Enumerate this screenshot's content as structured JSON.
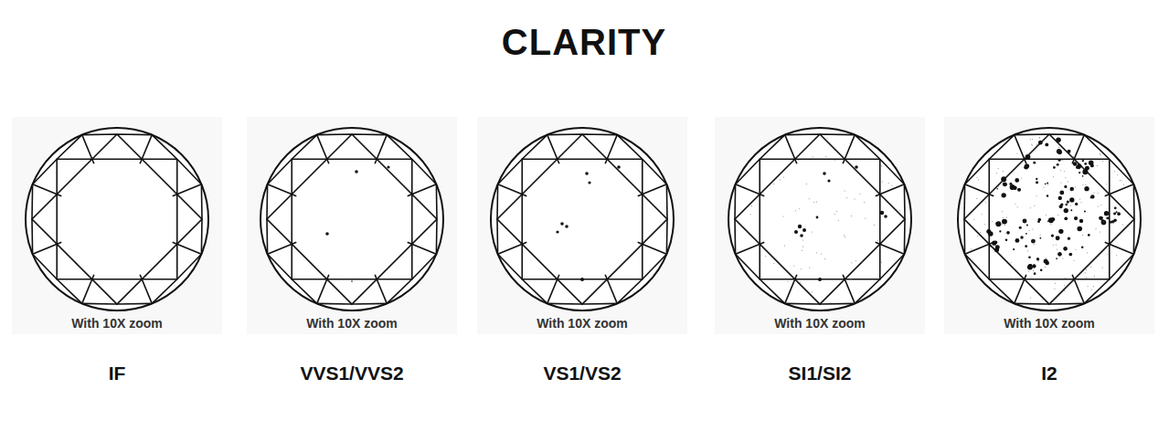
{
  "diagram": {
    "title": "CLARITY",
    "labels": [
      "With 10X zoom",
      "IF",
      "With 10X zoom",
      "VVS1/VVS2",
      "With 10X zoom",
      "VS1/VS2",
      "With 10X zoom",
      "SI1/SI2",
      "With 10X zoom",
      "I2"
    ]
  }
}
